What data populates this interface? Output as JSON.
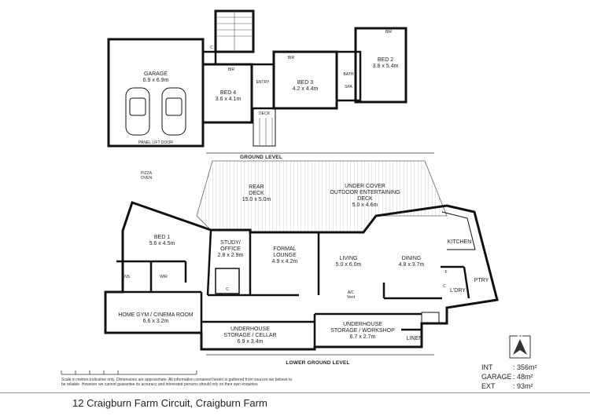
{
  "levels": {
    "ground": "GROUND LEVEL",
    "lower": "LOWER GROUND LEVEL"
  },
  "rooms": {
    "garage": {
      "name": "GARAGE",
      "size": "6.9 x 6.9m",
      "door": "PANEL LIFT DOOR"
    },
    "bed4": {
      "name": "BED 4",
      "size": "3.6 x 4.1m"
    },
    "entry": "ENTRY",
    "deck": "DECK",
    "bed3": {
      "name": "BED 3",
      "size": "4.2 x 4.4m"
    },
    "bed2": {
      "name": "BED 2",
      "size": "3.8 x 5.4m"
    },
    "bath": "BATH",
    "spa": "SPA",
    "pizza": {
      "l1": "PIZZA",
      "l2": "OVEN"
    },
    "rear_deck": {
      "name": "REAR",
      "name2": "DECK",
      "size": "15.0 x 5.0m"
    },
    "outdoor": {
      "l1": "UNDER COVER",
      "l2": "OUTDOOR ENTERTAINING",
      "l3": "DECK",
      "size": "5.0 x 4.6m"
    },
    "bed1": {
      "name": "BED 1",
      "size": "5.6 x 4.5m"
    },
    "ens": "ENS",
    "wir": "WIR",
    "study": {
      "l1": "STUDY/",
      "l2": "OFFICE",
      "size": "2.8 x 2.9m"
    },
    "lounge": {
      "l1": "FORMAL",
      "l2": "LOUNGE",
      "size": "4.9 x 4.2m"
    },
    "living": {
      "name": "LIVING",
      "size": "5.0 x 6.0m"
    },
    "dining": {
      "name": "DINING",
      "size": "4.8 x 3.7m"
    },
    "kitchen": "KITCHEN",
    "ptry": "PTRY",
    "ldry": "L'DRY",
    "gym": {
      "name": "HOME GYM / CINEMA ROOM",
      "size": "6.6 x 3.2m"
    },
    "storage1": {
      "l1": "UNDERHOUSE",
      "l2": "STORAGE / CELLAR",
      "size": "6.9 x 3.4m"
    },
    "storage2": {
      "l1": "UNDERHOUSE",
      "l2": "STORAGE / WORKSHOP",
      "size": "6.7 x 2.7m"
    },
    "linen": "LINEN"
  },
  "abbr": {
    "bir": "BIR",
    "c": "C",
    "f": "F",
    "ac": "A/C",
    "vent": "Vent"
  },
  "areas": [
    {
      "label": "INT",
      "value": ": 356m²"
    },
    {
      "label": "GARAGE",
      "value": ": 48m²"
    },
    {
      "label": "EXT",
      "value": ": 93m²"
    }
  ],
  "compass": "N",
  "disclaimer": "Scale in metres.Indicative only. Dimensions are approximate. All information contained herein is gathered from sources we believe to be reliable. However we cannot guarantee its accuracy and interested persons should rely on their own enquiries",
  "address": "12 Craigburn Farm Circuit, Craigburn Farm"
}
